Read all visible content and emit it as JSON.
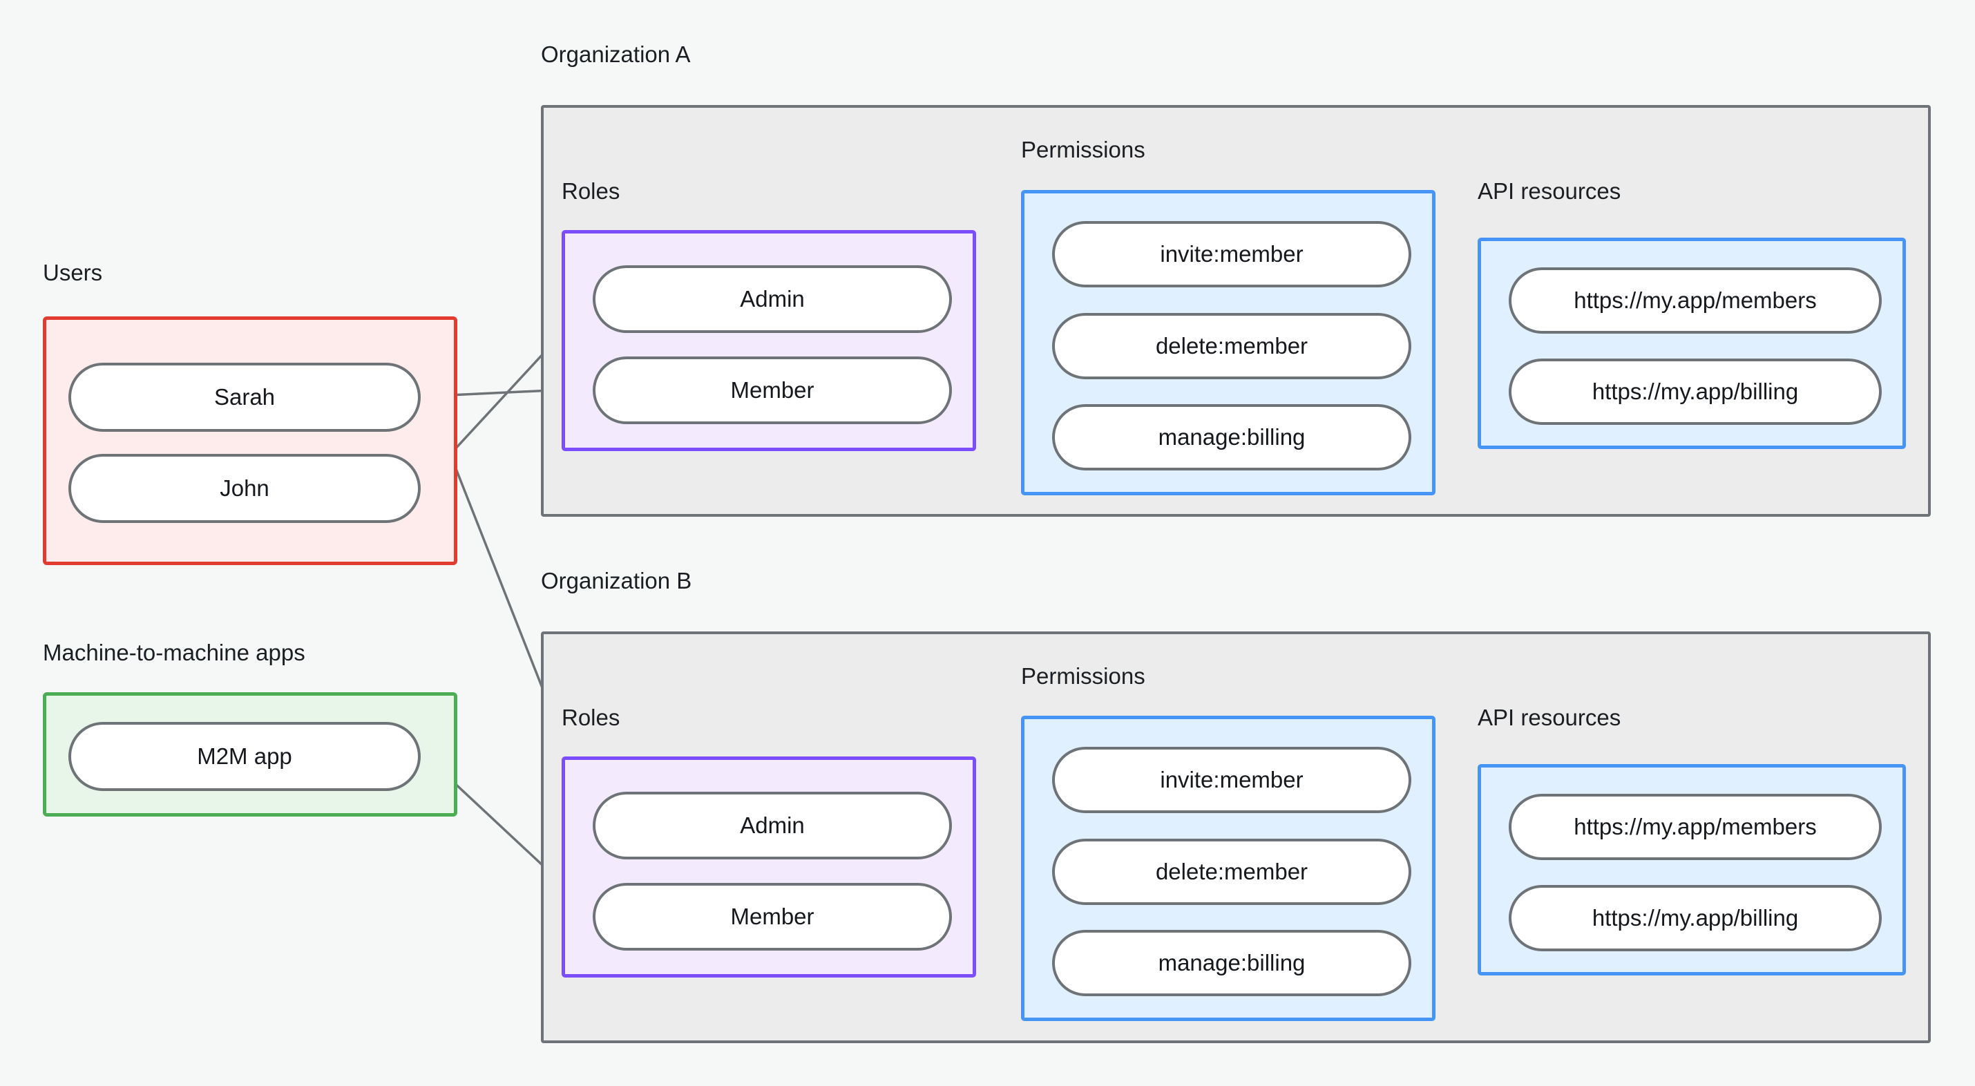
{
  "diagram": {
    "title": "Organization roles and permissions model",
    "background_color": "#f6f8f8"
  },
  "colors": {
    "users_border": "#e23b30",
    "users_fill": "#fdeceb",
    "m2m_border": "#4cae54",
    "m2m_fill": "#e8f6ea",
    "org_border": "#6e7377",
    "org_fill": "#ececec",
    "roles_border": "#7c4dff",
    "roles_fill": "#f3eafd",
    "permissions_border": "#4694f5",
    "permissions_fill": "#e1f0fe",
    "api_border": "#4694f5",
    "api_fill": "#e1f0fe",
    "pill_border": "#6e7377",
    "pill_fill": "#ffffff",
    "edge_stroke": "#6e7377",
    "edge_dot": "#6e7377"
  },
  "labels": {
    "users": "Users",
    "m2m": "Machine-to-machine apps",
    "org_a": "Organization A",
    "org_b": "Organization B",
    "roles": "Roles",
    "permissions": "Permissions",
    "api_resources": "API resources"
  },
  "users": {
    "label": "Users",
    "items": [
      {
        "label": "Sarah"
      },
      {
        "label": "John"
      }
    ]
  },
  "m2m_apps": {
    "label": "Machine-to-machine apps",
    "items": [
      {
        "label": "M2M app"
      }
    ]
  },
  "org_a": {
    "title": "Organization A",
    "roles": {
      "label": "Roles",
      "items": [
        {
          "label": "Admin"
        },
        {
          "label": "Member"
        }
      ]
    },
    "permissions": {
      "label": "Permissions",
      "items": [
        {
          "label": "invite:member"
        },
        {
          "label": "delete:member"
        },
        {
          "label": "manage:billing"
        }
      ]
    },
    "api_resources": {
      "label": "API resources",
      "items": [
        {
          "label": "https://my.app/members"
        },
        {
          "label": "https://my.app/billing"
        }
      ]
    }
  },
  "org_b": {
    "title": "Organization B",
    "roles": {
      "label": "Roles",
      "items": [
        {
          "label": "Admin"
        },
        {
          "label": "Member"
        }
      ]
    },
    "permissions": {
      "label": "Permissions",
      "items": [
        {
          "label": "invite:member"
        },
        {
          "label": "delete:member"
        },
        {
          "label": "manage:billing"
        }
      ]
    },
    "api_resources": {
      "label": "API resources",
      "items": [
        {
          "label": "https://my.app/members"
        },
        {
          "label": "https://my.app/billing"
        }
      ]
    }
  },
  "connections": [
    {
      "from": "Sarah",
      "to": "Organization A / Member"
    },
    {
      "from": "John",
      "to": "Organization A / Admin"
    },
    {
      "from": "Sarah",
      "to": "Organization B / Admin"
    },
    {
      "from": "M2M app",
      "to": "Organization B / Member"
    },
    {
      "from": "Organization A / Admin",
      "to": "Organization A / invite:member"
    },
    {
      "from": "Organization A / Admin",
      "to": "Organization A / delete:member"
    },
    {
      "from": "Organization A / Member",
      "to": "Organization A / manage:billing"
    },
    {
      "from": "Organization A / invite:member",
      "to": "Organization A / https://my.app/members"
    },
    {
      "from": "Organization A / delete:member",
      "to": "Organization A / https://my.app/members"
    },
    {
      "from": "Organization A / manage:billing",
      "to": "Organization A / https://my.app/billing"
    },
    {
      "from": "Organization B / Admin",
      "to": "Organization B / invite:member"
    },
    {
      "from": "Organization B / Admin",
      "to": "Organization B / delete:member"
    },
    {
      "from": "Organization B / Member",
      "to": "Organization B / manage:billing"
    },
    {
      "from": "Organization B / invite:member",
      "to": "Organization B / https://my.app/members"
    },
    {
      "from": "Organization B / delete:member",
      "to": "Organization B / https://my.app/members"
    },
    {
      "from": "Organization B / manage:billing",
      "to": "Organization B / https://my.app/billing"
    }
  ]
}
